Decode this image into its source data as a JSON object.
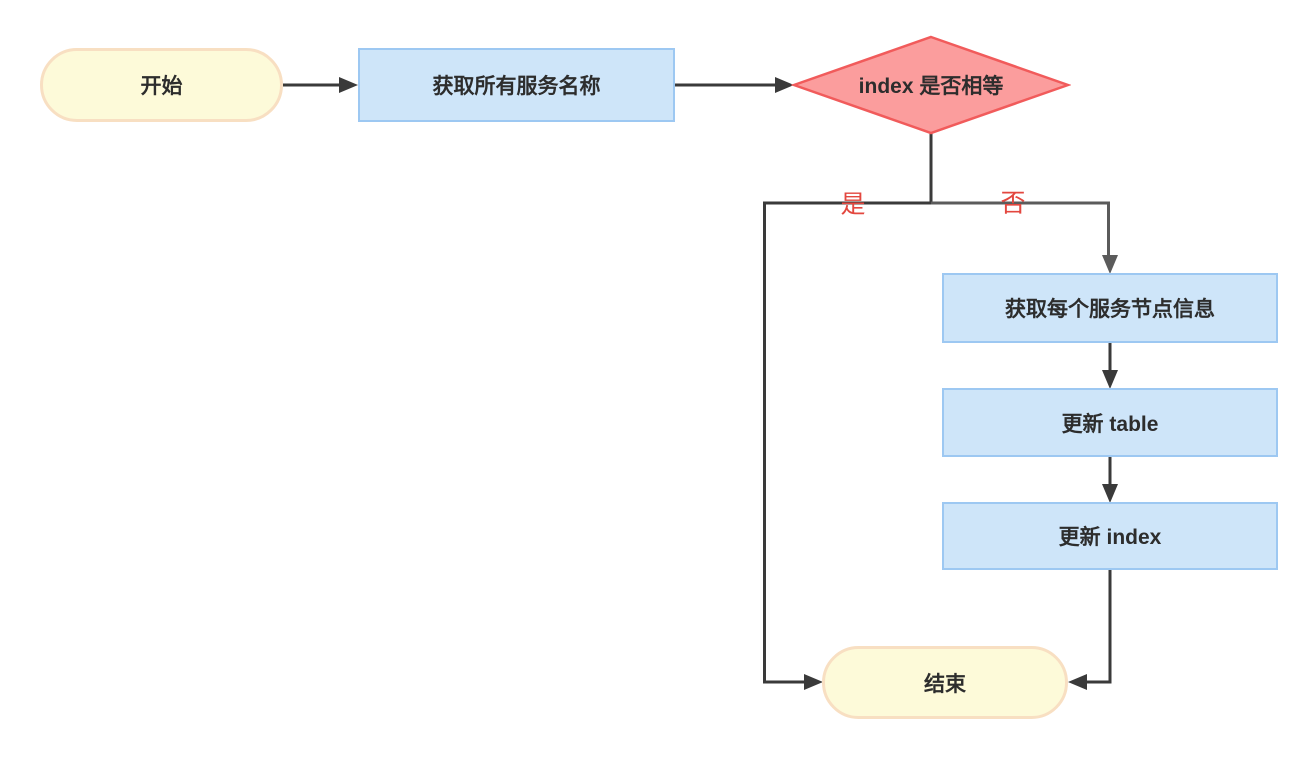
{
  "diagram": {
    "type": "flowchart",
    "background": "#FFFFFF",
    "nodes": [
      {
        "id": "start",
        "type": "terminator",
        "label": "开始"
      },
      {
        "id": "get-all-service-names",
        "type": "process",
        "label": "获取所有服务名称"
      },
      {
        "id": "index-equal-decision",
        "type": "decision",
        "label": "index 是否相等"
      },
      {
        "id": "get-service-node-info",
        "type": "process",
        "label": "获取每个服务节点信息"
      },
      {
        "id": "update-table",
        "type": "process",
        "label": "更新 table"
      },
      {
        "id": "update-index",
        "type": "process",
        "label": "更新 index"
      },
      {
        "id": "end",
        "type": "terminator",
        "label": "结束"
      }
    ],
    "edge_labels": {
      "yes": "是",
      "no": "否"
    },
    "edges": [
      {
        "from": "start",
        "to": "get-all-service-names",
        "label": ""
      },
      {
        "from": "get-all-service-names",
        "to": "index-equal-decision",
        "label": ""
      },
      {
        "from": "index-equal-decision",
        "to": "end",
        "label": "是"
      },
      {
        "from": "index-equal-decision",
        "to": "get-service-node-info",
        "label": "否"
      },
      {
        "from": "get-service-node-info",
        "to": "update-table",
        "label": ""
      },
      {
        "from": "update-table",
        "to": "update-index",
        "label": ""
      },
      {
        "from": "update-index",
        "to": "end",
        "label": ""
      }
    ],
    "colors": {
      "terminator_fill": "#FDFAD9",
      "terminator_border": "#F8DFC2",
      "process_fill": "#CEE5F9",
      "process_border": "#9DC8F2",
      "decision_fill": "#FB9D9D",
      "decision_border": "#F15B5B",
      "connector_dark": "#3A3A3A",
      "connector_gray": "#5B5B5B",
      "edge_label_red": "#E3473F",
      "node_text": "#2D2D2D"
    }
  }
}
